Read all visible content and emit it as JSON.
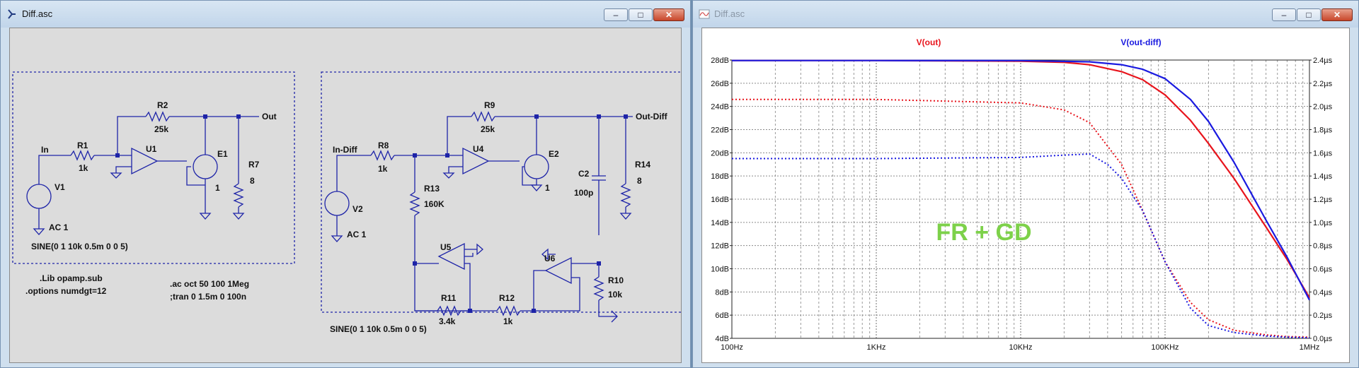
{
  "left_window": {
    "title": "Diff.asc",
    "controls": {
      "minimize": "–",
      "maximize": "□",
      "close": "✕"
    },
    "schematic": {
      "left_block": {
        "labels": {
          "in": "In",
          "r1": "R1",
          "r1_val": "1k",
          "r2": "R2",
          "r2_val": "25k",
          "u1": "U1",
          "e1": "E1",
          "e1_val": "1",
          "r7": "R7",
          "r7_val": "8",
          "out": "Out",
          "v1": "V1",
          "v1_ac": "AC 1",
          "v1_sine": "SINE(0 1 10k 0.5m 0 0 5)"
        }
      },
      "directives": {
        "lib": ".Lib opamp.sub",
        "options": ".options numdgt=12",
        "ac": ".ac oct 50 100 1Meg",
        "tran": ";tran 0 1.5m 0 100n"
      },
      "right_block": {
        "labels": {
          "in_diff": "In-Diff",
          "r8": "R8",
          "r8_val": "1k",
          "r9": "R9",
          "r9_val": "25k",
          "u4": "U4",
          "e2": "E2",
          "e2_val": "1",
          "out_diff": "Out-Diff",
          "c2": "C2",
          "c2_val": "100p",
          "r14": "R14",
          "r14_val": "8",
          "r13": "R13",
          "r13_val": "160K",
          "v2": "V2",
          "v2_ac": "AC 1",
          "u5": "U5",
          "u6": "U6",
          "r11": "R11",
          "r11_val": "3.4k",
          "r12": "R12",
          "r12_val": "1k",
          "r10": "R10",
          "r10_val": "10k",
          "v2_sine": "SINE(0 1 10k 0.5m 0 0 5)"
        }
      }
    }
  },
  "right_window": {
    "title": "Diff.asc",
    "controls": {
      "minimize": "–",
      "maximize": "□",
      "close": "✕"
    },
    "plot_label": "FR + GD"
  },
  "chart_data": {
    "type": "line",
    "x_scale": "log",
    "xlim": [
      100,
      1000000
    ],
    "x_ticks": [
      "100Hz",
      "1KHz",
      "10KHz",
      "100KHz",
      "1MHz"
    ],
    "ylim_left": [
      4,
      28
    ],
    "y_left_ticks": [
      "28dB",
      "26dB",
      "24dB",
      "22dB",
      "20dB",
      "18dB",
      "16dB",
      "14dB",
      "12dB",
      "10dB",
      "8dB",
      "6dB",
      "4dB"
    ],
    "ylim_right": [
      0,
      2.4
    ],
    "y_right_ticks": [
      "2.4µs",
      "2.2µs",
      "2.0µs",
      "1.8µs",
      "1.6µs",
      "1.4µs",
      "1.2µs",
      "1.0µs",
      "0.8µs",
      "0.6µs",
      "0.4µs",
      "0.2µs",
      "0.0µs"
    ],
    "grid": true,
    "colors": {
      "vout": "#e8141c",
      "voutdiff": "#1a1ae0",
      "annotation": "#7dd14a"
    },
    "series": [
      {
        "name": "V(out)",
        "metric": "magnitude_dB",
        "style": "solid",
        "color": "#e8141c",
        "x": [
          100,
          1000,
          10000,
          20000,
          30000,
          50000,
          70000,
          100000,
          150000,
          200000,
          300000,
          500000,
          700000,
          1000000
        ],
        "y": [
          27.96,
          27.96,
          27.9,
          27.8,
          27.6,
          27.0,
          26.3,
          25.0,
          22.8,
          20.8,
          17.8,
          13.6,
          10.8,
          7.5
        ]
      },
      {
        "name": "V(out-diff)",
        "metric": "magnitude_dB",
        "style": "solid",
        "color": "#1a1ae0",
        "x": [
          100,
          1000,
          10000,
          30000,
          50000,
          70000,
          100000,
          150000,
          200000,
          300000,
          500000,
          700000,
          1000000
        ],
        "y": [
          27.96,
          27.96,
          27.95,
          27.85,
          27.6,
          27.2,
          26.4,
          24.6,
          22.7,
          19.2,
          14.2,
          11.0,
          7.3
        ]
      },
      {
        "name": "V(out)",
        "metric": "group_delay_us",
        "style": "dotted",
        "color": "#e8141c",
        "x": [
          100,
          1000,
          10000,
          20000,
          30000,
          50000,
          70000,
          100000,
          150000,
          200000,
          300000,
          500000,
          700000,
          1000000
        ],
        "y": [
          2.06,
          2.06,
          2.03,
          1.97,
          1.86,
          1.5,
          1.1,
          0.66,
          0.31,
          0.16,
          0.07,
          0.03,
          0.015,
          0.01
        ]
      },
      {
        "name": "V(out-diff)",
        "metric": "group_delay_us",
        "style": "dotted",
        "color": "#1a1ae0",
        "x": [
          100,
          1000,
          10000,
          20000,
          30000,
          40000,
          50000,
          70000,
          100000,
          150000,
          200000,
          300000,
          500000,
          700000,
          1000000
        ],
        "y": [
          1.55,
          1.55,
          1.56,
          1.58,
          1.59,
          1.5,
          1.38,
          1.1,
          0.66,
          0.26,
          0.11,
          0.05,
          0.02,
          0.01,
          0.005
        ]
      }
    ]
  }
}
